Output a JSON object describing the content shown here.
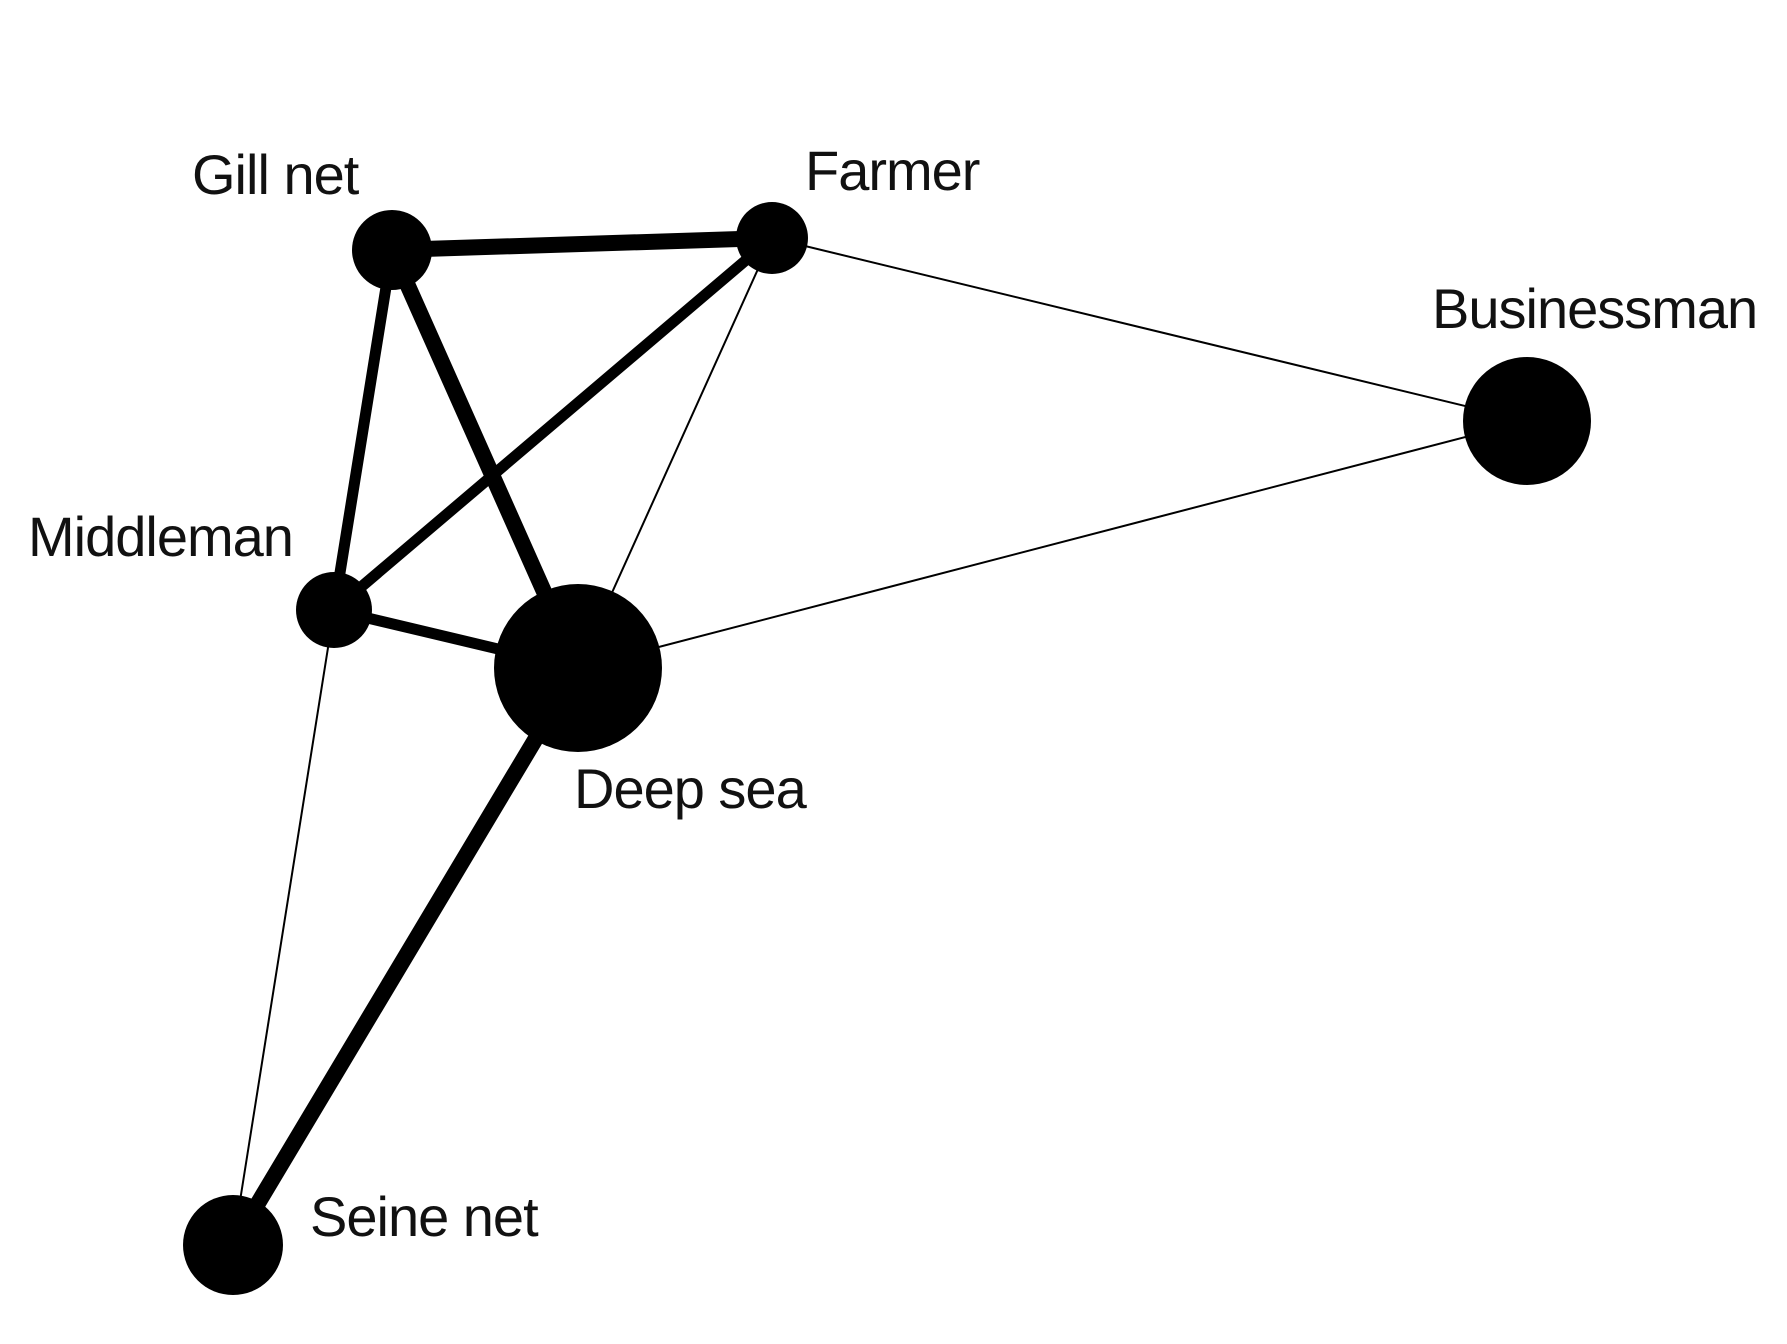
{
  "diagram": {
    "type": "network-graph",
    "colors": {
      "node": "#000000",
      "edge": "#000000",
      "label": "#111111",
      "background": "#ffffff"
    },
    "nodes": [
      {
        "id": "gill-net",
        "label": "Gill net"
      },
      {
        "id": "farmer",
        "label": "Farmer"
      },
      {
        "id": "businessman",
        "label": "Businessman"
      },
      {
        "id": "middleman",
        "label": "Middleman"
      },
      {
        "id": "deep-sea",
        "label": "Deep sea"
      },
      {
        "id": "seine-net",
        "label": "Seine net"
      }
    ],
    "edges": [
      {
        "source": "gill-net",
        "target": "farmer",
        "weight": "strong"
      },
      {
        "source": "gill-net",
        "target": "middleman",
        "weight": "medium"
      },
      {
        "source": "gill-net",
        "target": "deep-sea",
        "weight": "strong"
      },
      {
        "source": "farmer",
        "target": "middleman",
        "weight": "medium"
      },
      {
        "source": "farmer",
        "target": "deep-sea",
        "weight": "weak"
      },
      {
        "source": "farmer",
        "target": "businessman",
        "weight": "weak"
      },
      {
        "source": "middleman",
        "target": "deep-sea",
        "weight": "medium"
      },
      {
        "source": "middleman",
        "target": "seine-net",
        "weight": "weak"
      },
      {
        "source": "deep-sea",
        "target": "businessman",
        "weight": "weak"
      },
      {
        "source": "deep-sea",
        "target": "seine-net",
        "weight": "strong"
      }
    ]
  }
}
